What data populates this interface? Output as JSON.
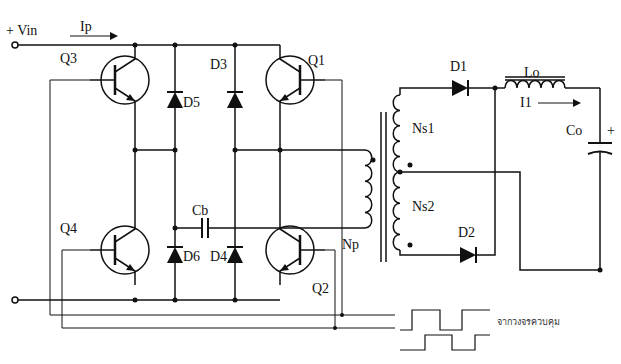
{
  "diagram": {
    "labels": [
      "+ Vin",
      "Ip",
      "Q3",
      "D5",
      "D3",
      "Q1",
      "Cb",
      "Q4",
      "D6",
      "D4",
      "Q2",
      "Np",
      "Ns1",
      "Ns2",
      "D1",
      "D2",
      "Lo",
      "I1",
      "Co",
      "+",
      "จากวงจรควบคุม"
    ]
  }
}
